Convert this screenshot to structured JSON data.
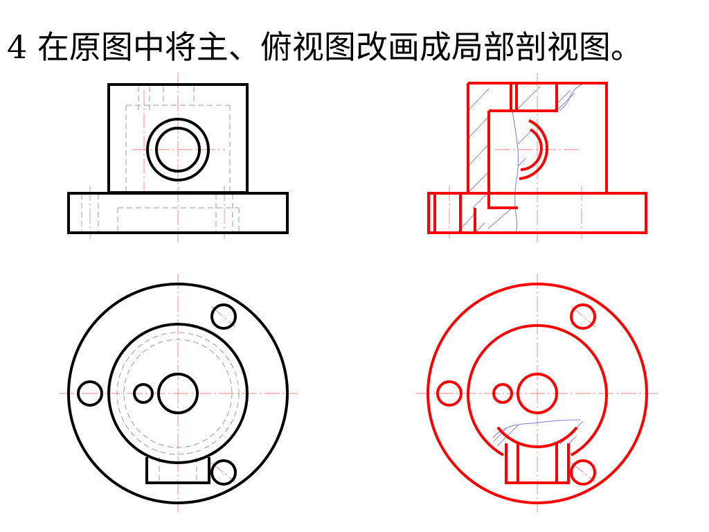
{
  "title": "4 在原图中将主、俯视图改画成局部剖视图。",
  "colors": {
    "original_outline": "#000000",
    "answer_outline": "#ff0000",
    "center_line": "#f08080",
    "hidden_line": "#9a9a9a",
    "hatch": "#7a7ad8",
    "background": "#ffffff"
  },
  "views": [
    {
      "role": "original-front-view"
    },
    {
      "role": "original-top-view"
    },
    {
      "role": "answer-front-view-local-section"
    },
    {
      "role": "answer-top-view-local-section"
    }
  ]
}
